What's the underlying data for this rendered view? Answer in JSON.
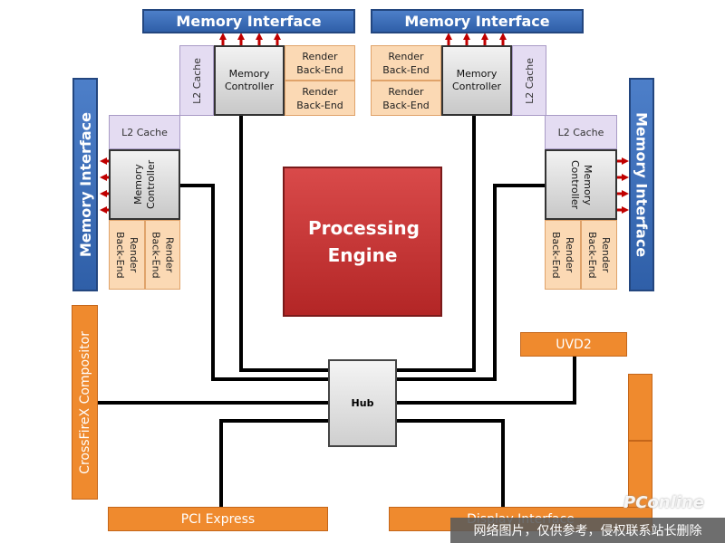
{
  "memory_interface_label": "Memory Interface",
  "l2_cache_label": "L2 Cache",
  "memory_controller_label": "Memory Controller",
  "render_backend_label": "Render Back-End",
  "processing_engine_label": "Processing Engine",
  "hub_label": "Hub",
  "uvd_label": "UVD2",
  "pci_express_label": "PCI Express",
  "crossfirex_label": "CrossFireX Compositor",
  "display_interface_label": "Display Interface",
  "watermark_text": "网络图片，仅供参考，侵权联系站长删除",
  "logo_text": "PConline",
  "colors": {
    "memory_interface": "#3a6bb5",
    "l2_cache": "#e4dcf2",
    "memory_controller": "#d9d9d9",
    "render_backend": "#fbd9b4",
    "processing_engine": "#c83434",
    "io_blocks": "#ef8a2e",
    "wires": "#000000",
    "memory_arrows": "#c00000"
  }
}
